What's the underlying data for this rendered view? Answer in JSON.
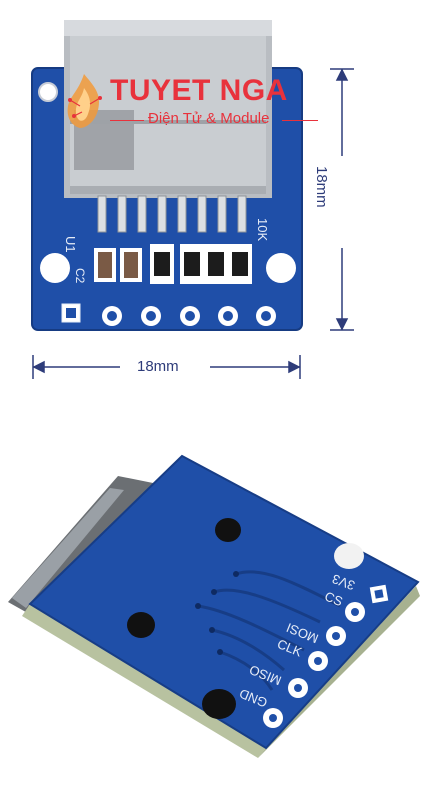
{
  "brand": {
    "name": "TUYET NGA",
    "tagline": "Điện Tử & Module"
  },
  "dimensions": {
    "width_label": "18mm",
    "height_label": "18mm"
  },
  "front_silkscreen": {
    "u1": "U1",
    "c2": "C2",
    "r10k": "10K"
  },
  "back_pin_labels": [
    "3V3",
    "CS",
    "MOSI",
    "CLK",
    "MISO",
    "GND"
  ],
  "colors": {
    "pcb_blue": "#1f4fa8",
    "brand_red": "#e8323c",
    "dimension_line": "#2e3c7a"
  }
}
